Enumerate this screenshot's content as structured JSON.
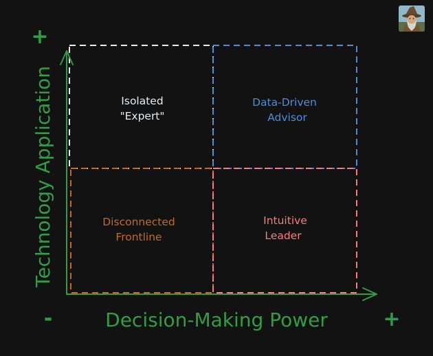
{
  "axes": {
    "x_title": "Decision-Making Power",
    "y_title": "Technology Application",
    "x_low_sign": "-",
    "x_high_sign": "+",
    "y_high_sign": "+"
  },
  "quadrants": {
    "top_left": {
      "line1": "Isolated",
      "line2": "\"Expert\""
    },
    "top_right": {
      "line1": "Data-Driven",
      "line2": "Advisor"
    },
    "bottom_left": {
      "line1": "Disconnected",
      "line2": "Frontline"
    },
    "bottom_right": {
      "line1": "Intuitive",
      "line2": "Leader"
    }
  },
  "colors": {
    "background": "#121212",
    "axis_green": "#2f9e44",
    "top_left": "#e9ecef",
    "top_right": "#4a90d9",
    "bottom_left": "#c76b12",
    "bottom_right": "#ff7b7b"
  },
  "avatar": {
    "icon": "wizard-avatar-icon"
  }
}
